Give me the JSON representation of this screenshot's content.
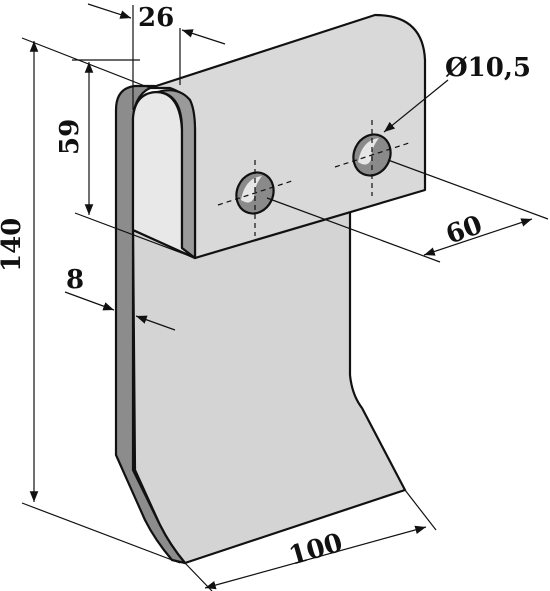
{
  "drawing": {
    "dimensions": {
      "width_top": "26",
      "total_height": "140",
      "flange_height": "59",
      "thickness": "8",
      "hole_diameter": "Ø10,5",
      "hole_spacing": "60",
      "bottom_width": "100"
    },
    "colors": {
      "face_light": "#d8d8d8",
      "face_mid": "#cfcfcf",
      "edge_dark": "#8c8c8c",
      "hole_fill": "#8a8a8a",
      "hole_light": "#e6e6e6",
      "line": "#111111"
    }
  }
}
